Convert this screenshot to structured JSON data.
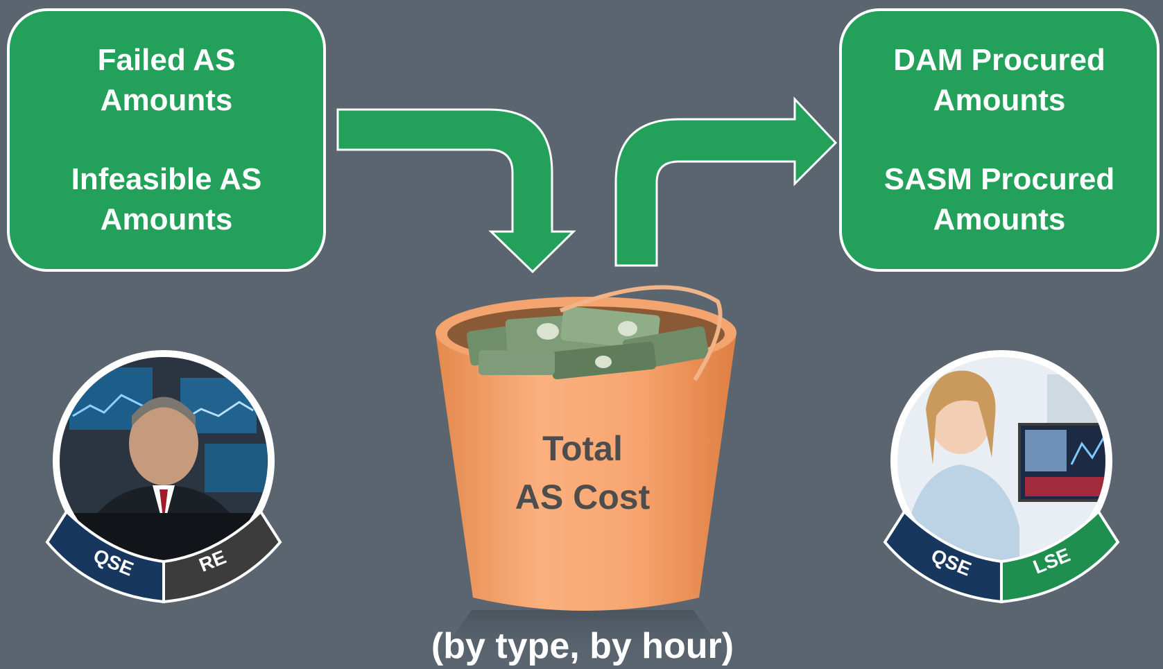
{
  "left_box": {
    "line1": "Failed AS",
    "line2": "Amounts",
    "line3": "Infeasible AS",
    "line4": "Amounts"
  },
  "right_box": {
    "line1": "DAM Procured",
    "line2": "Amounts",
    "line3": "SASM Procured",
    "line4": "Amounts"
  },
  "bucket": {
    "line1": "Total",
    "line2": "AS Cost"
  },
  "footnote": "(by type, by hour)",
  "left_badge": {
    "tag1": "QSE",
    "tag2": "RE"
  },
  "right_badge": {
    "tag1": "QSE",
    "tag2": "LSE"
  },
  "colors": {
    "background": "#5b6570",
    "box_green": "#23a05a",
    "bucket_orange": "#f6a46c",
    "badge_navy": "#17375e",
    "badge_gray": "#3c3c3c",
    "badge_green": "#1e8f4e"
  }
}
